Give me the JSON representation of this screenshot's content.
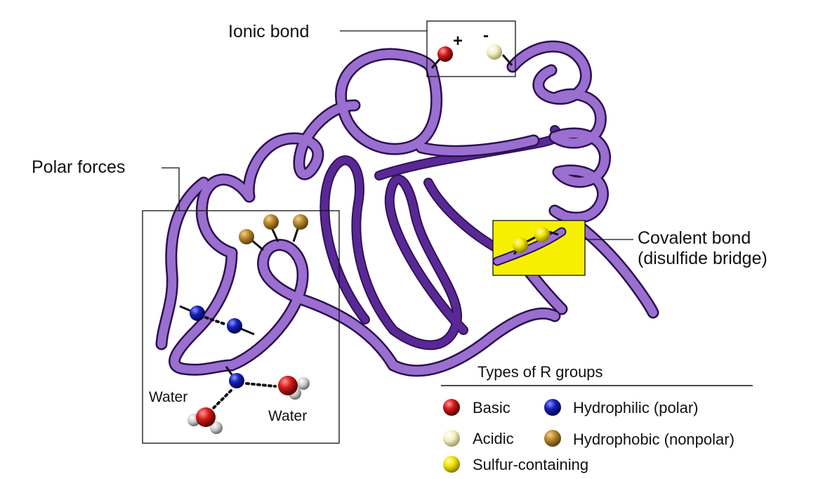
{
  "labels": {
    "ionic_bond": "Ionic bond",
    "polar_forces": "Polar forces",
    "covalent_line1": "Covalent bond",
    "covalent_line2": "(disulfide bridge)",
    "water_left": "Water",
    "water_right": "Water",
    "plus_sign": "+",
    "minus_sign": "-"
  },
  "legend": {
    "title": "Types of R groups",
    "items": [
      {
        "label": "Basic",
        "color": "#d11a1a"
      },
      {
        "label": "Hydrophilic (polar)",
        "color": "#1420b8"
      },
      {
        "label": "Acidic",
        "color": "#f3eec0"
      },
      {
        "label": "Hydrophobic (nonpolar)",
        "color": "#b8892f"
      },
      {
        "label": "Sulfur-containing",
        "color": "#f2e600"
      }
    ]
  },
  "colors": {
    "ribbon_light": "#9a6fd0",
    "ribbon_dark": "#5a2896",
    "highlight_box": "#f6f000"
  }
}
